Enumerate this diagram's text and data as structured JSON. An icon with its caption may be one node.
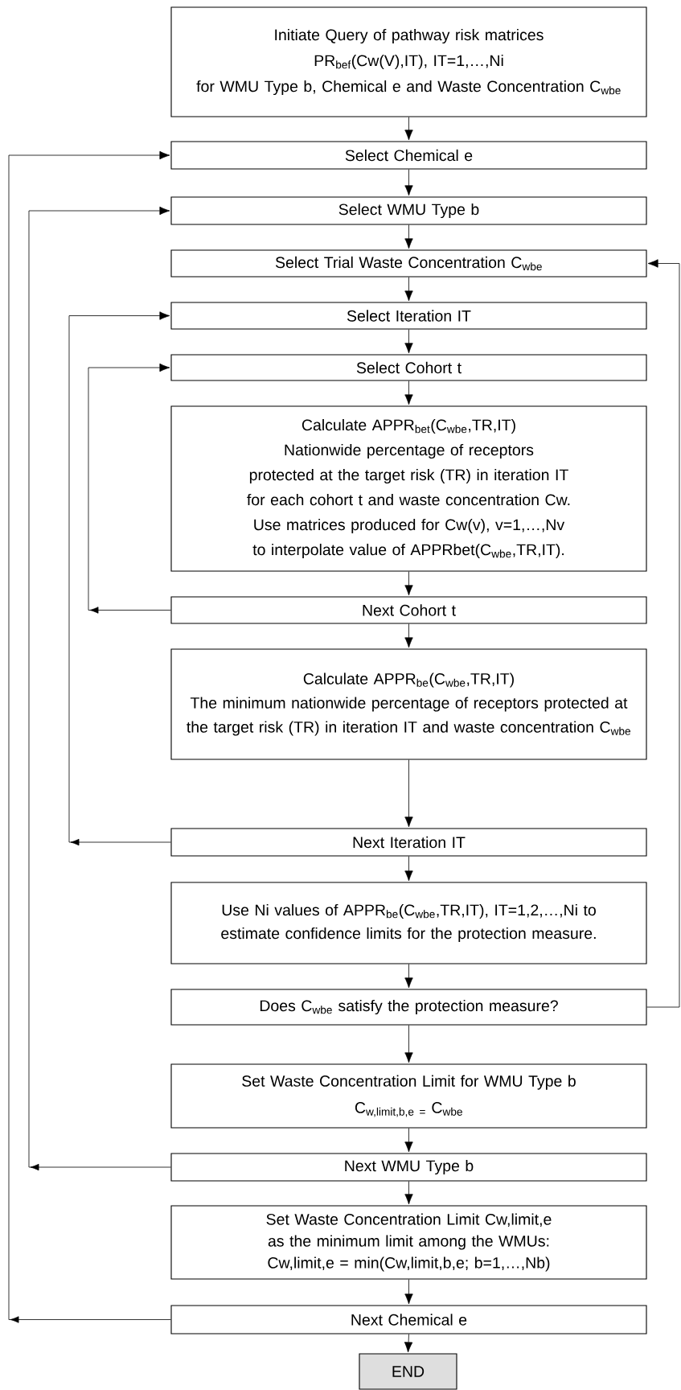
{
  "diagram": {
    "nodes": [
      {
        "text": [
          "Initiate Query of pathway risk matrices",
          "PR$_{bef}$(Cw(V),IT), IT=1,…,Ni",
          "for WMU Type b, Chemical e and Waste Concentration C$_{wbe}$"
        ]
      },
      {
        "text": [
          "Select Chemical e"
        ]
      },
      {
        "text": [
          "Select WMU Type b"
        ]
      },
      {
        "text": [
          "Select Trial Waste Concentration C$_{wbe}$"
        ]
      },
      {
        "text": [
          "Select Iteration IT"
        ]
      },
      {
        "text": [
          "Select Cohort t"
        ]
      },
      {
        "text": [
          "Calculate APPR$_{bet}$(C$_{wbe}$,TR,IT)",
          "Nationwide percentage of receptors protected at the target risk (TR) in iteration IT",
          "for each cohort t and waste concentration Cw.  Use matrices produced for Cw(v), v=1,…,Nv to interpolate value of APPRbet(C$_{wbe}$,TR,IT)."
        ]
      },
      {
        "text": [
          "Next Cohort t"
        ]
      },
      {
        "text": [
          "Calculate APPR$_{be}$(C$_{wbe}$,TR,IT)",
          "The minimum nationwide percentage of receptors protected at the target risk (TR) in iteration IT  and waste concentration C$_{wbe}$"
        ]
      },
      {
        "text": [
          "Next Iteration IT"
        ]
      },
      {
        "text": [
          "Use Ni values of APPR$_{be}$(C$_{wbe}$,TR,IT), IT=1,2,…,Ni to estimate confidence limits for the protection measure."
        ]
      },
      {
        "text": [
          "Does C$_{wbe}$ satisfy the protection measure?"
        ]
      },
      {
        "text": [
          "Set Waste Concentration Limit for WMU Type b",
          "C$_{w,limit,b,e =}$ C$_{wbe}$"
        ]
      },
      {
        "text": [
          "Next WMU Type b"
        ]
      },
      {
        "text": [
          "Set Waste Concentration Limit Cw,limit,e",
          "as the minimum limit among the WMUs:",
          "Cw,limit,e = min(Cw,limit,b,e; b=1,…,Nb)"
        ]
      },
      {
        "text": [
          "Next Chemical e"
        ]
      },
      {
        "text": [
          "END"
        ]
      }
    ],
    "edges": [
      {
        "from": 0,
        "to": 1,
        "arrow": "to"
      },
      {
        "from": 1,
        "to": 2,
        "arrow": "to"
      },
      {
        "from": 2,
        "to": 3,
        "arrow": "to"
      },
      {
        "from": 3,
        "to": 4,
        "arrow": "to"
      },
      {
        "from": 4,
        "to": 5,
        "arrow": "to"
      },
      {
        "from": 5,
        "to": 6,
        "arrow": "to"
      },
      {
        "from": 6,
        "to": 7,
        "arrow": "to"
      },
      {
        "from": 7,
        "to": 8,
        "arrow": "to"
      },
      {
        "from": 8,
        "to": 9,
        "arrow": "to"
      },
      {
        "from": 9,
        "to": 10,
        "arrow": "to"
      },
      {
        "from": 10,
        "to": 11,
        "arrow": "to"
      },
      {
        "from": 11,
        "to": 12,
        "arrow": "to"
      },
      {
        "from": 12,
        "to": 13,
        "arrow": "to"
      },
      {
        "from": 13,
        "to": 14,
        "arrow": "to"
      },
      {
        "from": 14,
        "to": 15,
        "arrow": "to"
      },
      {
        "from": 15,
        "to": 16,
        "arrow": "to"
      },
      {
        "from": 7,
        "to": 5,
        "arrow": "to"
      },
      {
        "from": 9,
        "to": 4,
        "arrow": "to"
      },
      {
        "from": 13,
        "to": 2,
        "arrow": "to"
      },
      {
        "from": 15,
        "to": 1,
        "arrow": "to"
      },
      {
        "from": 11,
        "to": 3,
        "arrow": "to"
      }
    ]
  }
}
